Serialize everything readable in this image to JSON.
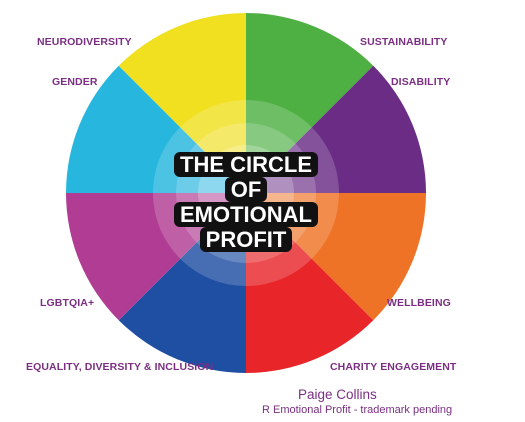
{
  "diagram": {
    "title_lines": [
      "THE CIRCLE",
      "OF",
      "EMOTIONAL",
      "PROFIT"
    ],
    "segments": [
      {
        "label": "SUSTAINABILITY",
        "color": "#4eb042"
      },
      {
        "label": "DISABILITY",
        "color": "#6a2c85"
      },
      {
        "label": "WELLBEING",
        "color": "#ee7326"
      },
      {
        "label": "CHARITY ENGAGEMENT",
        "color": "#e8262a"
      },
      {
        "label": "EQUALITY, DIVERSITY & INCLUSION",
        "color": "#1f4fa2"
      },
      {
        "label": "LGBTQIA+",
        "color": "#b13c93"
      },
      {
        "label": "GENDER",
        "color": "#27b6de"
      },
      {
        "label": "NEURODIVERSITY",
        "color": "#f0e01f"
      }
    ],
    "label_color": "#7a2f82",
    "author": "Paige Collins",
    "trademark": "R Emotional Profit - trademark pending"
  }
}
